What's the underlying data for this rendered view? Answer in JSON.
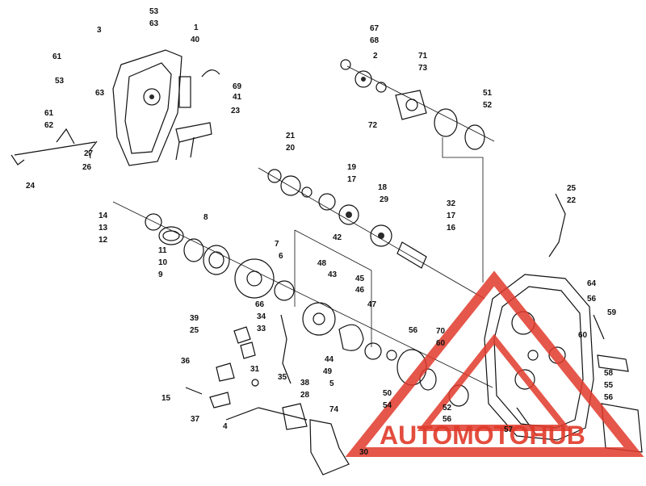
{
  "diagram": {
    "part_numbers": [
      "53",
      "63",
      "3",
      "1",
      "40",
      "61",
      "69",
      "41",
      "23",
      "53",
      "63",
      "61",
      "62",
      "27",
      "26",
      "24",
      "21",
      "20",
      "19",
      "17",
      "18",
      "29",
      "32",
      "17",
      "16",
      "14",
      "13",
      "12",
      "8",
      "11",
      "10",
      "9",
      "7",
      "6",
      "42",
      "48",
      "43",
      "45",
      "46",
      "47",
      "66",
      "34",
      "33",
      "39",
      "25",
      "36",
      "31",
      "35",
      "38",
      "28",
      "15",
      "37",
      "4",
      "74",
      "30",
      "44",
      "49",
      "5",
      "56",
      "50",
      "54",
      "52",
      "56",
      "70",
      "60",
      "67",
      "68",
      "2",
      "71",
      "73",
      "51",
      "52",
      "72",
      "25",
      "22",
      "64",
      "56",
      "59",
      "60",
      "58",
      "55",
      "56",
      "57"
    ],
    "watermark": "AUTOMOTOHUB",
    "watermark_color": "#e03a2a"
  }
}
